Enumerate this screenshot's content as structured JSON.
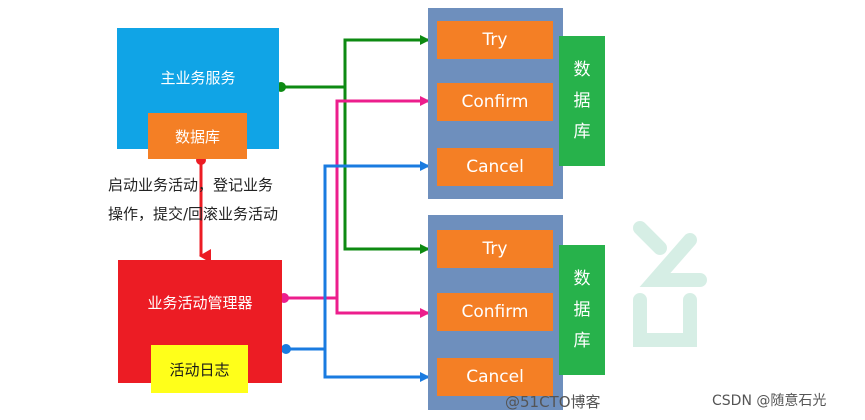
{
  "main_service": {
    "label": "主业务服务",
    "db_label": "数据库"
  },
  "annotation": {
    "line1": "启动业务活动，登记业务",
    "line2": "操作，提交/回滚业务活动"
  },
  "activity_manager": {
    "label": "业务活动管理器",
    "log_label": "活动日志"
  },
  "services": [
    {
      "ops": [
        "Try",
        "Confirm",
        "Cancel"
      ],
      "db": [
        "数",
        "据",
        "库"
      ]
    },
    {
      "ops": [
        "Try",
        "Confirm",
        "Cancel"
      ],
      "db": [
        "数",
        "据",
        "库"
      ]
    }
  ],
  "watermark": "@51CTO博客",
  "credit": "CSDN @随意石光",
  "colors": {
    "main_service": "#10a4e6",
    "database": "#f47f25",
    "manager": "#ec1c24",
    "log": "#ffff1a",
    "service_panel": "#6e8fbd",
    "service_db": "#27b24b",
    "try_line": "#0d8a12",
    "confirm_line": "#ec1e8c",
    "cancel_line": "#1a7be0",
    "register_arrow": "#ec1c24"
  }
}
